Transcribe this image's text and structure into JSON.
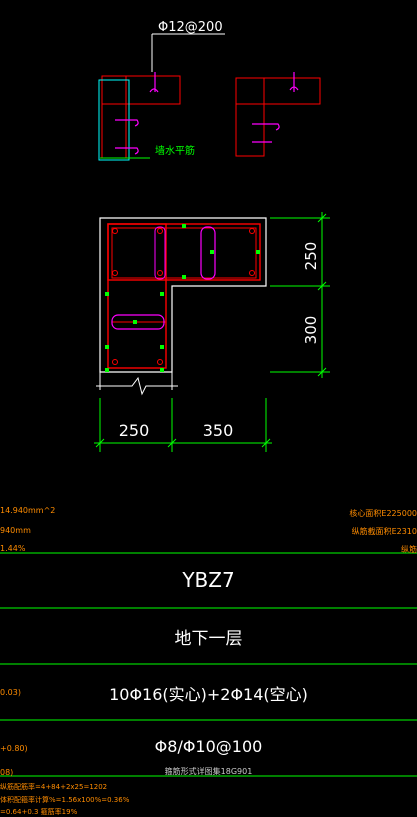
{
  "colors": {
    "background": "#000000",
    "rebar": "#ff0000",
    "outline": "#ffffff",
    "dimension": "#00ff00",
    "tie": "#ff00ff",
    "stirrup_cyan": "#00ffff",
    "annotation_orange": "#ff8c00",
    "table_line": "#00ff00"
  },
  "detail": {
    "spacing_label": "Φ12@200",
    "note_label": "墙水平筋"
  },
  "dimensions": {
    "top_leg_height": "250",
    "bottom_leg_height": "300",
    "left_width": "250",
    "right_width": "350"
  },
  "side_notes": {
    "left": [
      "14.940mm^2",
      "940mm",
      "1.44%",
      "0.03)",
      "+0.80)",
      "08)"
    ],
    "right": [
      "核心面积E225000",
      "纵筋截面积E2310",
      "纵筋"
    ],
    "bottom": [
      "纵筋配筋率=4+84+2x25=1202",
      "体积配箍率计算%=1.56x100%=0.36%",
      "=0.64+0.3 箍筋率19%"
    ]
  },
  "table": {
    "name": "YBZ7",
    "floor": "地下一层",
    "longitudinal": "10Φ16(实心)+2Φ14(空心)",
    "stirrup": "Φ8/Φ10@100",
    "stirrup_note": "箍筋形式详图集18G901"
  }
}
